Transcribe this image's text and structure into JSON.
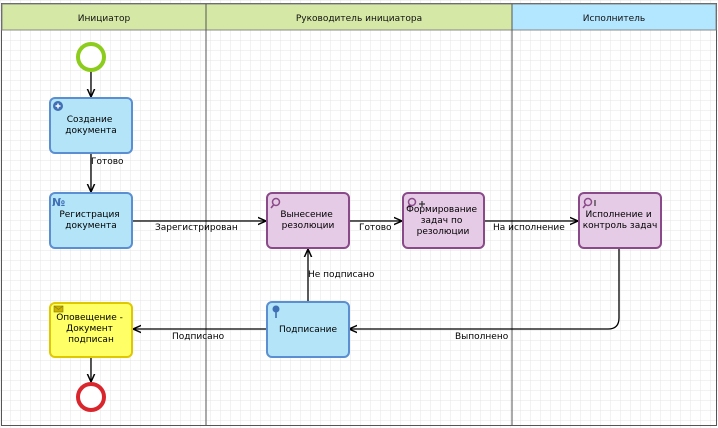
{
  "lanes": [
    {
      "id": "initiator",
      "title": "Инициатор",
      "color": "#d5e8a5"
    },
    {
      "id": "manager",
      "title": "Руководитель инициатора",
      "color": "#d5e8a5"
    },
    {
      "id": "executor",
      "title": "Исполнитель",
      "color": "#b3e6ff"
    }
  ],
  "tasks": {
    "create_doc": {
      "label": [
        "Создание",
        "документа"
      ],
      "icon": "plus-circle-icon",
      "fill": "#b3e4f7",
      "stroke": "#5b8fd1"
    },
    "register_doc": {
      "label": [
        "Регистрация",
        "документа"
      ],
      "icon": "numero-icon",
      "icon_text": "№",
      "fill": "#b3e4f7",
      "stroke": "#5b8fd1"
    },
    "resolution": {
      "label": [
        "Вынесение",
        "резолюции"
      ],
      "icon": "magnifier-icon",
      "fill": "#e6cbe6",
      "stroke": "#8a4a8a"
    },
    "form_tasks": {
      "label": [
        "Формирование",
        "задач по",
        "резолюции"
      ],
      "icon": "magnifier-plus-icon",
      "fill": "#e6cbe6",
      "stroke": "#8a4a8a"
    },
    "execution": {
      "label": [
        "Исполнение и",
        "контроль задач"
      ],
      "icon": "magnifier-i-icon",
      "fill": "#e6cbe6",
      "stroke": "#8a4a8a"
    },
    "signing": {
      "label": [
        "Подписание"
      ],
      "icon": "pin-icon",
      "fill": "#b3e4f7",
      "stroke": "#5b8fd1"
    },
    "notify": {
      "label": [
        "Оповещение -",
        "Документ",
        "подписан"
      ],
      "icon": "envelope-icon",
      "fill": "#ffff66",
      "stroke": "#e0c800"
    }
  },
  "events": {
    "start": {
      "color": "#8ccc1c"
    },
    "end": {
      "color": "#d8262c"
    }
  },
  "flow_labels": {
    "ready": "Готово",
    "registered": "Зарегистрирован",
    "ready2": "Готово",
    "to_execution": "На исполнение",
    "not_signed": "Не подписано",
    "signed": "Подписано",
    "done": "Выполнено"
  }
}
